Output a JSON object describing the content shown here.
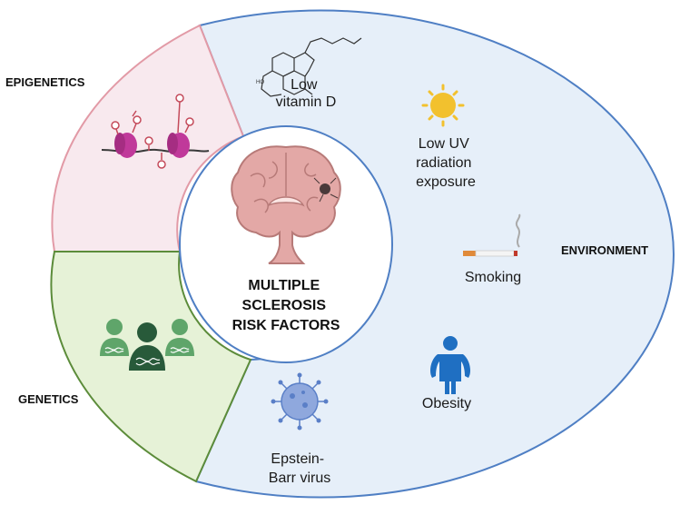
{
  "title_lines": [
    "MULTIPLE",
    "SCLEROSIS",
    "RISK FACTORS"
  ],
  "sectors": {
    "epigenetics": "EPIGENETICS",
    "genetics": "GENETICS",
    "environment": "ENVIRONMENT"
  },
  "factors": {
    "vitamin_d": [
      "Low",
      "vitamin D"
    ],
    "uv": [
      "Low UV",
      "radiation",
      "exposure"
    ],
    "smoking": [
      "Smoking"
    ],
    "obesity": [
      "Obesity"
    ],
    "ebv": [
      "Epstein-",
      "Barr virus"
    ]
  },
  "colors": {
    "environment_fill": "#e6eff9",
    "environment_stroke": "#4f7fc4",
    "epigenetics_fill": "#f8e9ee",
    "epigenetics_stroke": "#e29aa6",
    "genetics_fill": "#e6f2d7",
    "genetics_stroke": "#5c8c3a",
    "brain": "#e3a8a6",
    "person_dark": "#285a3a",
    "person_light": "#5fa56a",
    "sun": "#f2c12e",
    "obesity_icon": "#1f6fc2",
    "virus": "#5a7fc7",
    "histone": "#c0399a"
  },
  "icons": [
    "vitamin-d-molecule-icon",
    "sun-icon",
    "cigarette-icon",
    "obesity-person-icon",
    "virus-icon",
    "nucleosome-dna-icon",
    "dna-people-icon",
    "brain-icon"
  ]
}
